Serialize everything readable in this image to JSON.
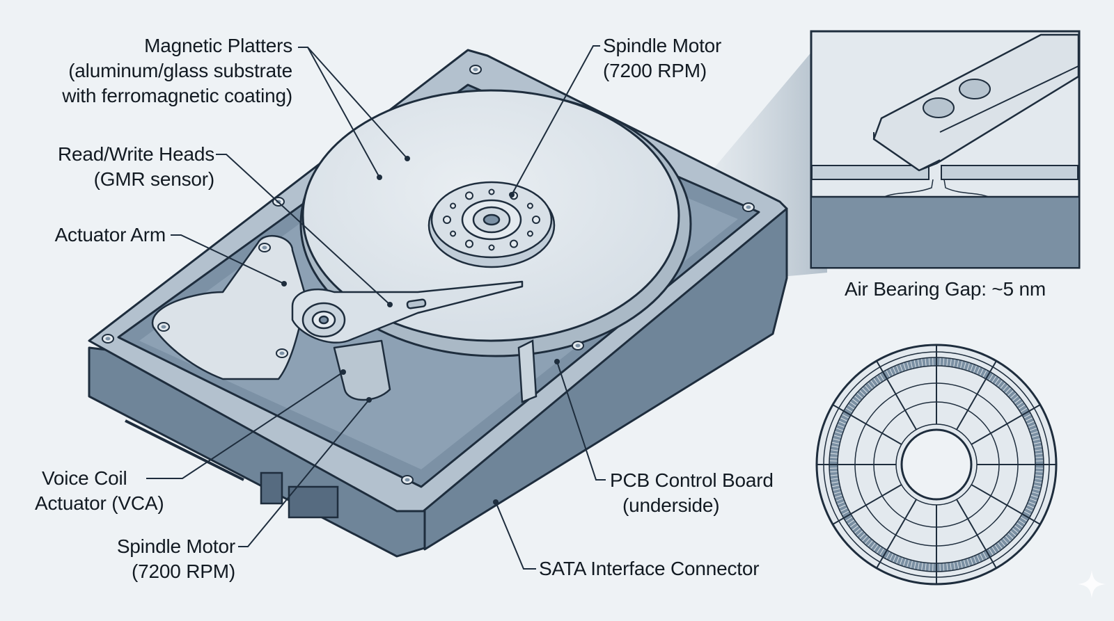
{
  "colors": {
    "background": "#eef2f5",
    "outline": "#1e2d3d",
    "chassis": "#6f8599",
    "chassis_dark": "#566b80",
    "chassis_light": "#9fb0c0",
    "platter": "#dde4ea",
    "platter_shade": "#c3ceda",
    "inset_dark": "#7b90a3"
  },
  "labels": {
    "magnetic_platters": [
      "Magnetic Platters",
      "(aluminum/glass substrate",
      "with ferromagnetic coating)"
    ],
    "read_write_heads": [
      "Read/Write Heads",
      "(GMR sensor)"
    ],
    "actuator_arm": [
      "Actuator Arm"
    ],
    "spindle_motor_top": [
      "Spindle Motor",
      "(7200 RPM)"
    ],
    "voice_coil": [
      "Voice Coil",
      "Actuator (VCA)"
    ],
    "spindle_motor_bottom": [
      "Spindle Motor",
      "(7200 RPM)"
    ],
    "pcb_board": [
      "PCB Control Board",
      "(underside)"
    ],
    "sata_connector": [
      "SATA Interface Connector"
    ],
    "air_bearing": [
      "Air Bearing Gap: ~5 nm"
    ]
  },
  "icons": {
    "sparkle": "sparkle-icon"
  }
}
